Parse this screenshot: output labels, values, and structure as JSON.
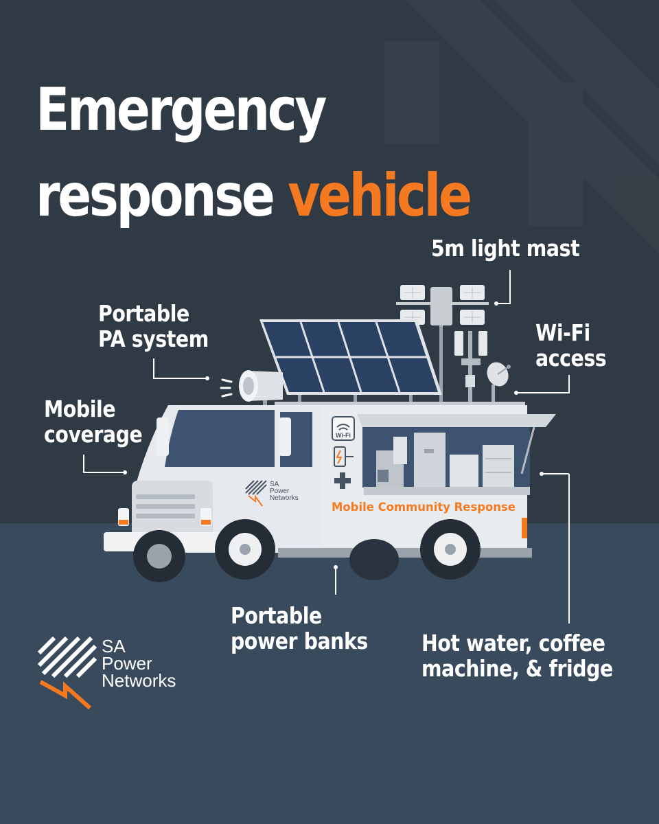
{
  "title": {
    "line1": "Emergency",
    "line2_white": "response",
    "line2_accent": "vehicle"
  },
  "labels": {
    "light_mast": "5m light mast",
    "pa_system_line1": "Portable",
    "pa_system_line2": "PA system",
    "wifi_line1": "Wi-Fi",
    "wifi_line2": "access",
    "mobile_line1": "Mobile",
    "mobile_line2": "coverage",
    "power_banks_line1": "Portable",
    "power_banks_line2": "power banks",
    "hot_water_line1": "Hot water, coffee",
    "hot_water_line2": "machine, & fridge"
  },
  "vehicle": {
    "side_text": "Mobile Community Response",
    "door_logo_line1": "SA",
    "door_logo_line2": "Power",
    "door_logo_line3": "Networks",
    "wifi_badge": "Wi-Fi"
  },
  "brand": {
    "line1": "SA",
    "line2": "Power",
    "line3": "Networks"
  },
  "colors": {
    "accent": "#f47920",
    "background_top": "#2f3a44",
    "background_bottom": "#394a5c",
    "text": "#ffffff"
  }
}
